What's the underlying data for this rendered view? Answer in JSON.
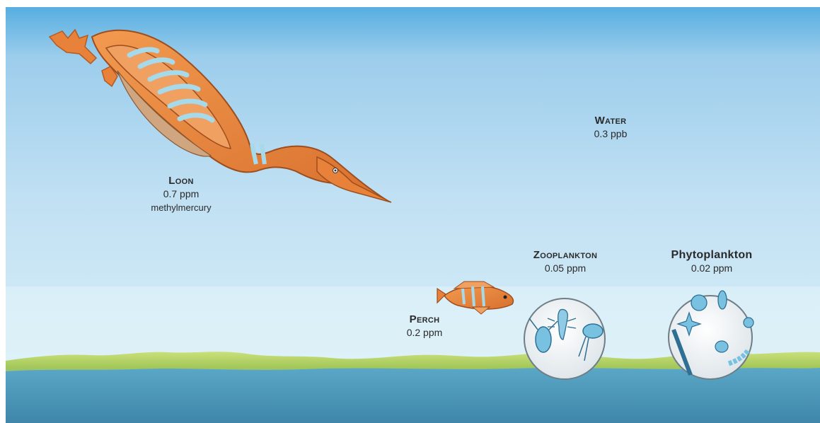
{
  "organisms": {
    "loon": {
      "name": "Loon",
      "value": "0.7 ppm",
      "sub": "methylmercury"
    },
    "water": {
      "name": "Water",
      "value": "0.3 ppb"
    },
    "perch": {
      "name": "Perch",
      "value": "0.2 ppm"
    },
    "zooplankton": {
      "name": "Zooplankton",
      "value": "0.05 ppm"
    },
    "phytoplankton": {
      "name": "Phytoplankton",
      "value": "0.02 ppm"
    }
  },
  "colors": {
    "sky_top": "#56aee0",
    "water_light": "#cde8f5",
    "algae": "#a9cc55",
    "deep_water": "#4a93b8",
    "orange": "#e8813a",
    "stripe": "#a6d9ea"
  }
}
